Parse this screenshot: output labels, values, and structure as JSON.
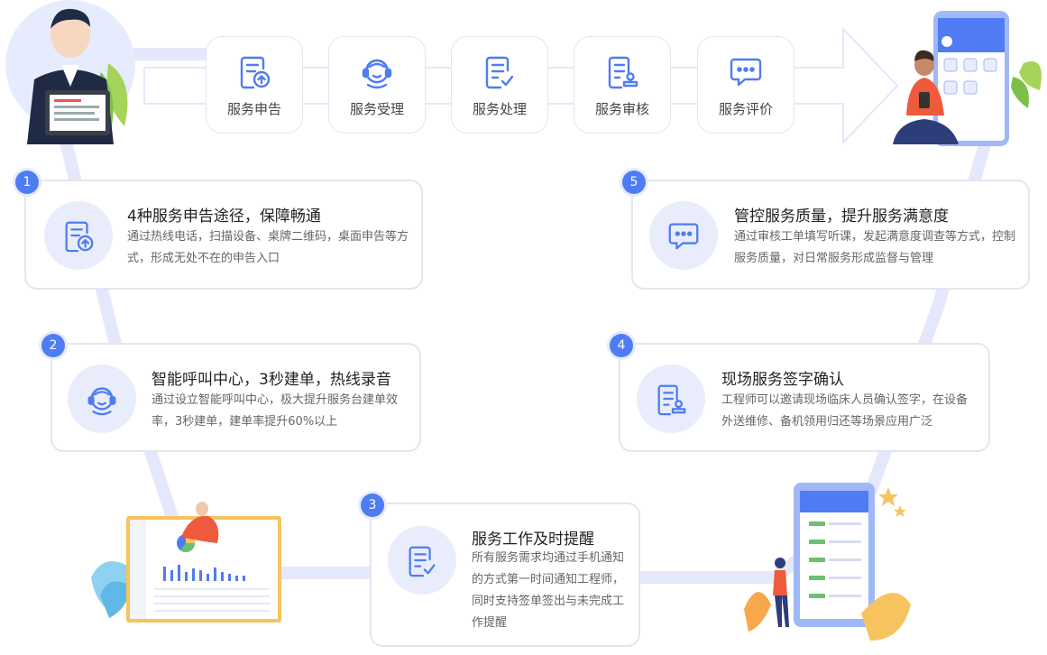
{
  "colors": {
    "accent": "#4f7cf3",
    "track": "#e4e8fa",
    "icon_bg": "#e9edfb"
  },
  "steps": [
    {
      "label": "服务申告",
      "icon": "document-upload-icon"
    },
    {
      "label": "服务受理",
      "icon": "headset-agent-icon"
    },
    {
      "label": "服务处理",
      "icon": "document-check-icon"
    },
    {
      "label": "服务审核",
      "icon": "document-stamp-icon"
    },
    {
      "label": "服务评价",
      "icon": "chat-bubble-icon"
    }
  ],
  "cards": [
    {
      "num": "1",
      "title": "4种服务申告途径，保障畅通",
      "desc": "通过热线电话，扫描设备、桌牌二维码，桌面申告等方式，形成无处不在的申告入口",
      "icon": "document-upload-icon"
    },
    {
      "num": "2",
      "title": "智能呼叫中心，3秒建单，热线录音",
      "desc": "通过设立智能呼叫中心，极大提升服务台建单效率，3秒建单，建单率提升60%以上",
      "icon": "headset-agent-icon"
    },
    {
      "num": "3",
      "title": "服务工作及时提醒",
      "desc": "所有服务需求均通过手机通知的方式第一时间通知工程师，同时支持签单签出与未完成工作提醒",
      "icon": "document-check-icon"
    },
    {
      "num": "4",
      "title": "现场服务签字确认",
      "desc": "工程师可以邀请现场临床人员确认签字，在设备外送维修、备机领用归还等场景应用广泛",
      "icon": "document-stamp-icon"
    },
    {
      "num": "5",
      "title": "管控服务质量，提升服务满意度",
      "desc": "通过审核工单填写听课，发起满意度调查等方式，控制服务质量，对日常服务形成监督与管理",
      "icon": "chat-bubble-icon"
    }
  ]
}
